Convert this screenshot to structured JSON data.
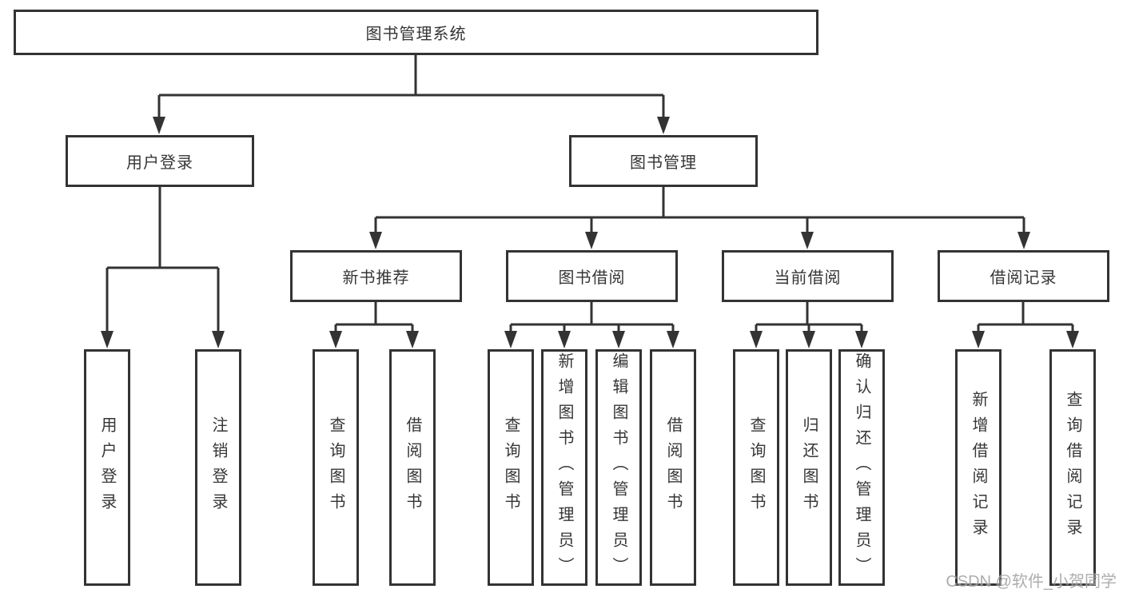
{
  "colors": {
    "line": "#333333",
    "border": "#333333",
    "text": "#363636",
    "watermark": "#9f9f9f",
    "background": "#ffffff"
  },
  "tree": {
    "label": "图书管理系统",
    "children": [
      {
        "label": "用户登录",
        "children": [
          {
            "label": "用户登录"
          },
          {
            "label": "注销登录"
          }
        ]
      },
      {
        "label": "图书管理",
        "children": [
          {
            "label": "新书推荐",
            "children": [
              {
                "label": "查询图书"
              },
              {
                "label": "借阅图书"
              }
            ]
          },
          {
            "label": "图书借阅",
            "children": [
              {
                "label": "查询图书"
              },
              {
                "label": "新增图书（管理员）"
              },
              {
                "label": "编辑图书（管理员）"
              },
              {
                "label": "借阅图书"
              }
            ]
          },
          {
            "label": "当前借阅",
            "children": [
              {
                "label": "查询图书"
              },
              {
                "label": "归还图书"
              },
              {
                "label": "确认归还（管理员）"
              }
            ]
          },
          {
            "label": "借阅记录",
            "children": [
              {
                "label": "新增借阅记录"
              },
              {
                "label": "查询借阅记录"
              }
            ]
          }
        ]
      }
    ]
  },
  "watermark": {
    "text": "CSDN @软件_小贺同学"
  }
}
